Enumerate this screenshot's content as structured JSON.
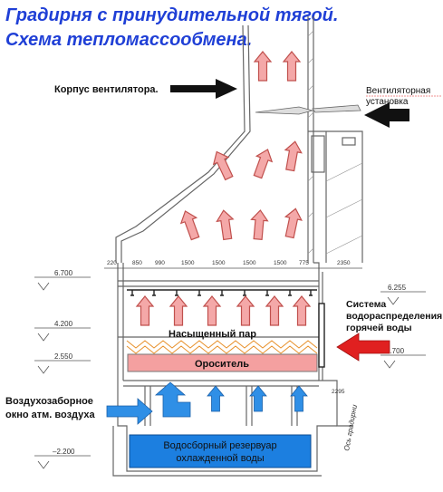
{
  "title": {
    "line1": "Градирня с принудительной тягой.",
    "line2": "Схема тепломассообмена."
  },
  "labels": {
    "fan_housing": "Корпус вентилятора.",
    "fan_unit_line1": "Вентиляторная",
    "fan_unit_line2": "установка",
    "distribution_line1": "Система",
    "distribution_line2": "водораспределения",
    "distribution_line3": "горячей воды",
    "saturated_steam": "Насыщенный пар",
    "sprinkler": "Ороситель",
    "air_inlet_line1": "Воздухозаборное",
    "air_inlet_line2": "окно атм. воздуха",
    "reservoir_line1": "Водосборный резервуар",
    "reservoir_line2": "охлажденной воды",
    "axis_label": "Ось градирни"
  },
  "dimensions": [
    "220",
    "850",
    "990",
    "1500",
    "1500",
    "1500",
    "1500",
    "775",
    "2350"
  ],
  "elevations": {
    "e6700": "6.700",
    "e6255": "6.255",
    "e4200": "4.200",
    "e2700": "2.700",
    "e2550": "2.550",
    "e2295": "2295",
    "e_2200": "–2.200"
  },
  "colors": {
    "title": "#1f3fd6",
    "warm_arrow": "#f4a8a8",
    "warm_arrow_stroke": "#c0504d",
    "sprinkler": "#f4a0a0",
    "cold_arrow": "#2f8fe6",
    "reservoir": "#1c7fe0",
    "hot_water_arrow": "#e02020",
    "outline": "#666666"
  }
}
